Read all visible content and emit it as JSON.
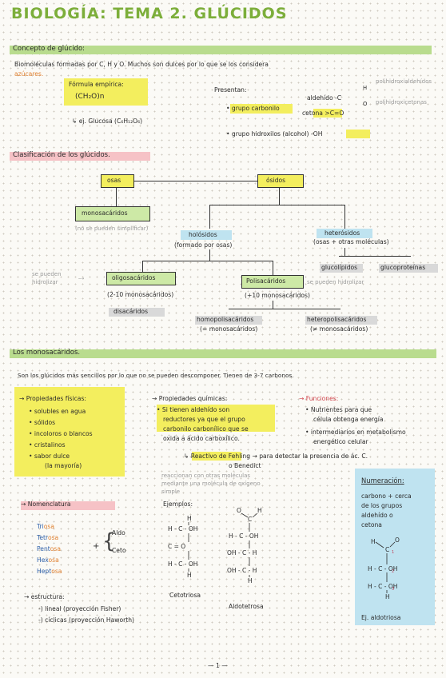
{
  "title": "BIOLOGÍA: TEMA 2. GLÚCIDOS",
  "section1": {
    "heading": "Concepto de glúcido:",
    "intro_a": "Biomoléculas formadas por C, H y O. Muchos son dulces por lo que se los considera",
    "intro_b": "azúcares.",
    "formula_label": "Fórmula empírica:",
    "formula": "(CH₂O)n",
    "example": "↳ ej. Glucosa (C₆H₁₂O₆)",
    "presentan": "Presentan:",
    "carbonyl": "• grupo carbonilo",
    "aldehyde": "aldehído -C",
    "aldehyde_h": "H",
    "aldehyde_o": "O",
    "ketone": "cetona >C=O",
    "hydroxyl": "• grupo hidroxilos (alcohol) -OH",
    "pencil_poly": "polihidroxialdehídos",
    "pencil_cet": "polihidroxicetonas"
  },
  "section2": {
    "heading": "Clasificación de los glúcidos.",
    "osas": "osas",
    "osidos": "ósidos",
    "monosacaridos": "monosacáridos",
    "mono_note": "(no se pueden simplificar)",
    "holosidos": "holósidos",
    "holo_note": "(formado por osas)",
    "heterosidos": "heterósidos",
    "hetero_note": "(osas + otras moléculas)",
    "glucolipidos": "glucolípidos",
    "glucoproteinas": "glucoproteínas",
    "oligosacaridos": "oligosacáridos",
    "oligo_note": "(2-10 monosacáridos)",
    "disacaridos": "disacáridos",
    "hydrolysis_left": "se pueden hidrolizar",
    "polisacaridos": "Polisacáridos",
    "poli_note": "(+10 monosacáridos)",
    "poli_pencil": "se pueden hidrolizar",
    "homopoli": "homopolisacáridos",
    "homopoli_note": "(= monosacáridos)",
    "heteropoli": "heteropolisacáridos",
    "heteropoli_note": "(≠ monosacáridos)"
  },
  "section3": {
    "heading": "Los monosacáridos.",
    "intro": "Son los glúcidos más sencillos por lo que no se pueden descomponer. Tienen de 3-7 carbonos.",
    "phys_title": "→ Propiedades físicas:",
    "phys_items": [
      "• solubles en agua",
      "• sólidos",
      "• incoloros o blancos",
      "• cristalinos",
      "• sabor dulce"
    ],
    "phys_note": "(la mayoría)",
    "chem_title": "→ Propiedades químicas:",
    "chem_lines": [
      "• Si tienen aldehído son",
      "reductores ya que el grupo",
      "carbonilo carbonílico que se",
      "oxida a ácido carboxílico."
    ],
    "fehling": "↳ Reactivo de Fehling → para detectar la presencia de ác. C.",
    "benedict": "o Benedict",
    "chem_pencil1": "reaccionan con otras moléculas",
    "chem_pencil2": "mediante una molécula de oxígeno",
    "chem_pencil3": "simple",
    "func_title": "→ Funciones:",
    "func_items": [
      "• Nutrientes para que",
      "célula obtenga energía",
      "• intermediarios en metabolismo",
      "energético celular"
    ],
    "nom_title": "→ Nomenclatura",
    "nom_items": [
      {
        "root": "Tri",
        "suffix": "osa"
      },
      {
        "root": "Tetr",
        "suffix": "osa"
      },
      {
        "root": "Pent",
        "suffix": "osa"
      },
      {
        "root": "Hex",
        "suffix": "osa"
      },
      {
        "root": "Hept",
        "suffix": "osa"
      }
    ],
    "plus": "+",
    "aldo": "Aldo",
    "ceto": "Ceto",
    "examples_title": "Ejemplos:",
    "cetotriosa": "Cetotriosa",
    "aldotetrosa": "Aldotetrosa",
    "struct_title": "→ estructura:",
    "struct_items": [
      "-) lineal (proyección Fisher)",
      "-) cíclicas (proyección Haworth)"
    ],
    "numeracion_title": "Numeración:",
    "numeracion_text": [
      "carbono + cerca",
      "de los grupos",
      "aldehído o",
      "cetona"
    ],
    "numeracion_example": "Ej. aldotriosa"
  },
  "page_number": "— 1 —",
  "colors": {
    "title": "#7cae3a",
    "green_band": "#b9dc8e",
    "pink_band": "#f6c2c6",
    "yellow": "#f3ee5e",
    "blue_box": "#bfe3f0"
  }
}
